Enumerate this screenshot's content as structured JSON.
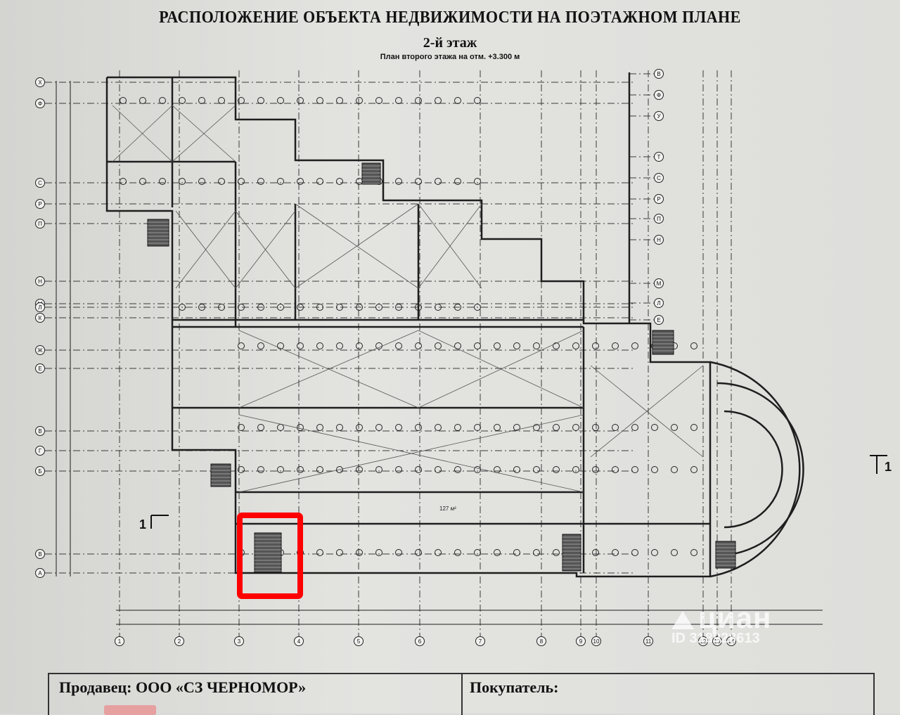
{
  "document": {
    "title": "РАСПОЛОЖЕНИЕ ОБЪЕКТА НЕДВИЖИМОСТИ НА ПОЭТАЖНОМ ПЛАНЕ",
    "floor": "2-й этаж",
    "plan_subtitle": "План второго этажа на отм. +3.300 м"
  },
  "plan": {
    "left_axes": [
      "Х",
      "Ф",
      "С",
      "Р",
      "П",
      "Н",
      "М",
      "Л",
      "К",
      "Ж",
      "Е",
      "В",
      "Г",
      "Б",
      "В",
      "А"
    ],
    "right_axes": [
      "В",
      "Ф",
      "У",
      "Т",
      "С",
      "Р",
      "П",
      "Н",
      "М",
      "Л",
      "Е"
    ],
    "bottom_axes": [
      "1",
      "2",
      "3",
      "4",
      "5",
      "6",
      "7",
      "8",
      "9",
      "10",
      "11",
      "12",
      "13",
      "14"
    ],
    "section_marks": [
      "1",
      "1"
    ],
    "center_dimension": "127 м²",
    "highlight_color": "#ff0000",
    "line_color": "#2a2a2a"
  },
  "signatures": {
    "seller": "Продавец: ООО «СЗ ЧЕРНОМОР»",
    "buyer": "Покупатель:"
  },
  "watermark": {
    "brand": "циан",
    "id": "ID 318928613"
  }
}
